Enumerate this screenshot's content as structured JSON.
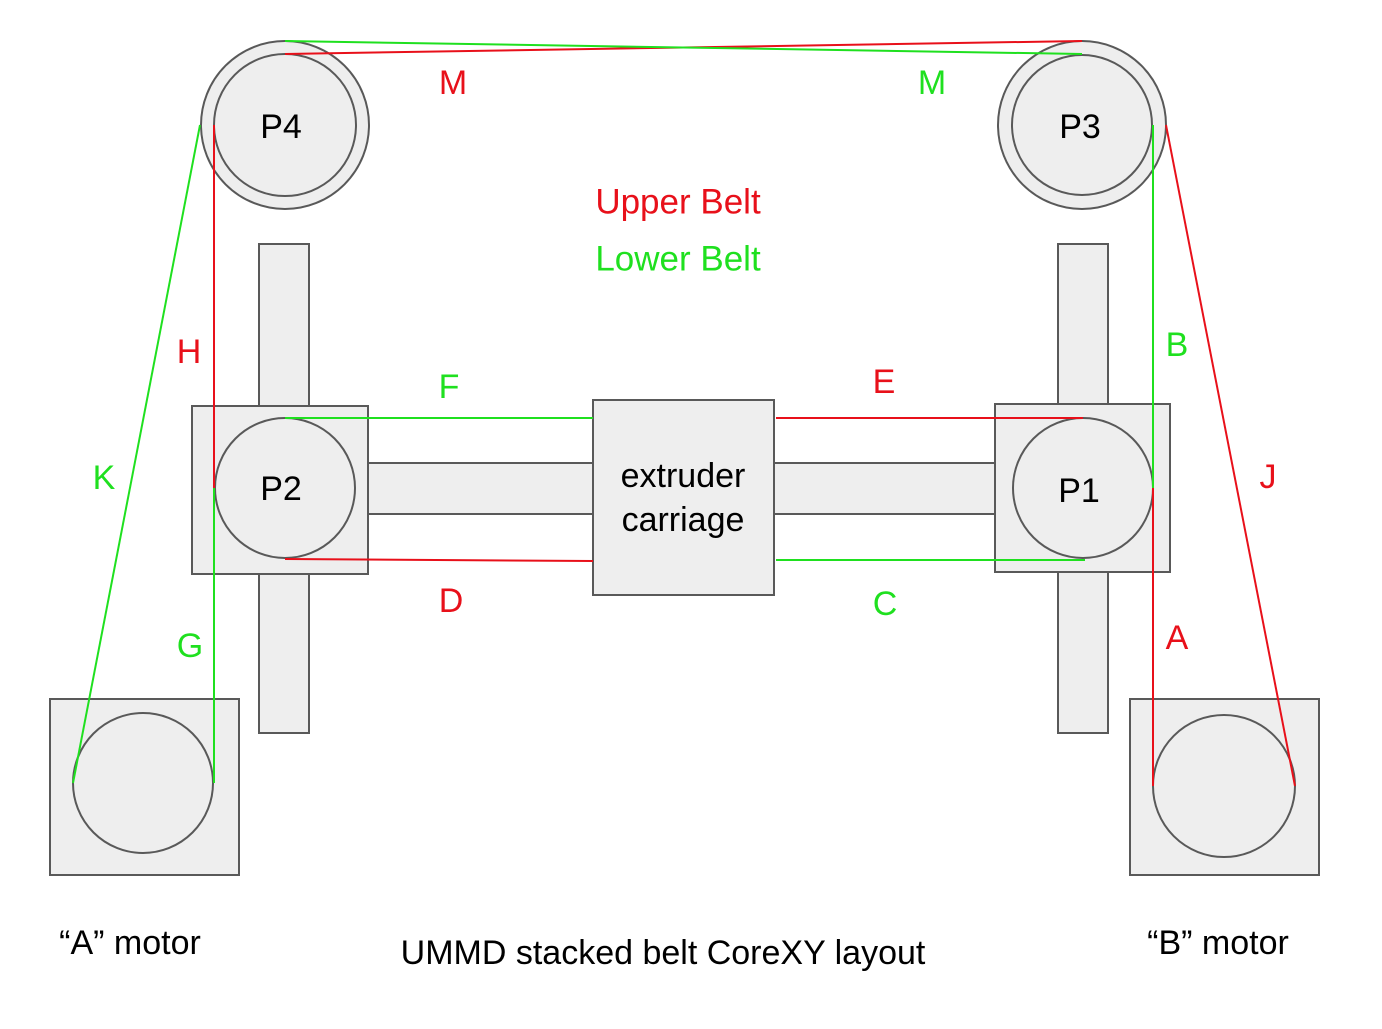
{
  "title": "UMMD stacked belt CoreXY layout",
  "colors": {
    "upper_belt": "#e8101a",
    "lower_belt": "#1fe01f",
    "part_fill": "#eeeeee",
    "part_stroke": "#595959"
  },
  "legend": {
    "upper": "Upper Belt",
    "lower": "Lower Belt"
  },
  "pulleys": {
    "p1": "P1",
    "p2": "P2",
    "p3": "P3",
    "p4": "P4"
  },
  "carriage": {
    "line1": "extruder",
    "line2": "carriage"
  },
  "motors": {
    "a": "“A” motor",
    "b": "“B” motor"
  },
  "belt_segments": {
    "A": {
      "label": "A",
      "belt": "upper"
    },
    "B": {
      "label": "B",
      "belt": "lower"
    },
    "C": {
      "label": "C",
      "belt": "lower"
    },
    "D": {
      "label": "D",
      "belt": "upper"
    },
    "E": {
      "label": "E",
      "belt": "upper"
    },
    "F": {
      "label": "F",
      "belt": "lower"
    },
    "G": {
      "label": "G",
      "belt": "lower"
    },
    "H": {
      "label": "H",
      "belt": "upper"
    },
    "J": {
      "label": "J",
      "belt": "upper"
    },
    "K": {
      "label": "K",
      "belt": "lower"
    },
    "M_upper": {
      "label": "M",
      "belt": "upper"
    },
    "M_lower": {
      "label": "M",
      "belt": "lower"
    }
  }
}
